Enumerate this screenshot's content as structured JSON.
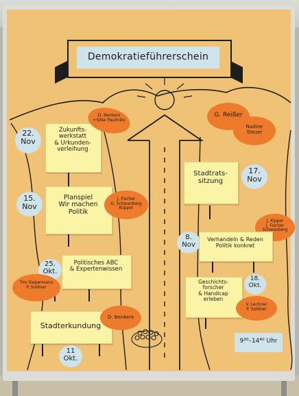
{
  "title": "Demokratieführerschein",
  "left_column": [
    {
      "date": "22.\nNov",
      "topic": "Zukunfts-\nwerkstatt\n& Urkunden-\nverleihung",
      "name": "D. Benkers\n+Silke Pauliniks"
    },
    {
      "date": "15.\nNov",
      "topic": "Planspiel\nWir machen\nPolitik",
      "name": "J. Fischer\nG. Schwanberg\nKüpper"
    },
    {
      "date": "25.\nOkt.",
      "topic": "Politisches ABC\n& Expertenwissen",
      "name": "Tim Siepermann\nP. Soldner"
    },
    {
      "date": "11\nOkt.",
      "topic": "Stadterkundung",
      "name": "D. Benkers"
    }
  ],
  "right_column": [
    {
      "date": "17.\nNov",
      "topic": "Stadtrats-\nsitzung",
      "name": "G. Reißer",
      "name2": "Nadine\nSteuer"
    },
    {
      "date": "8.\nNov",
      "topic": "Verhandeln & Reden\nPolitik konkret",
      "name": "J. Kipper\nJ. Fischer\nSchwanberg"
    },
    {
      "date": "18.\nOkt.",
      "topic": "Geschichts-\nforscher\n& Handicap\nerleben",
      "name": "V. Lechner\nP. Soldner"
    }
  ],
  "time": "9³⁰–14⁴⁰ Uhr",
  "colors": {
    "paper": "#efc275",
    "sticky": "#fbf3a6",
    "orange": "#ee7a2b",
    "banner": "#cfe3ea",
    "ink": "#1d1d1d"
  }
}
